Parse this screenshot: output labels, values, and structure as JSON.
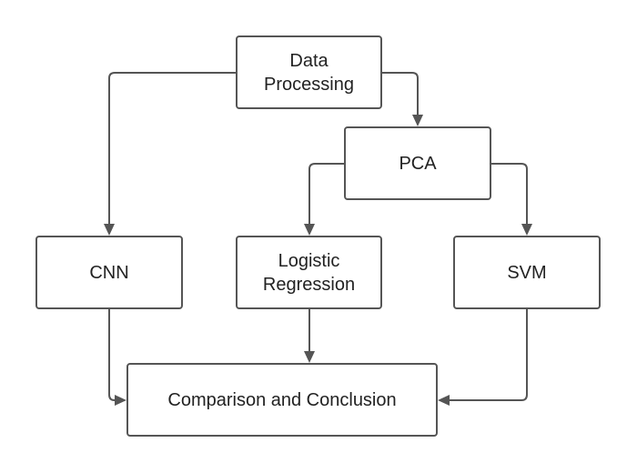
{
  "diagram": {
    "nodes": {
      "data_processing": "Data\nProcessing",
      "pca": "PCA",
      "cnn": "CNN",
      "logistic_regression": "Logistic\nRegression",
      "svm": "SVM",
      "comparison": "Comparison and Conclusion"
    },
    "edges": [
      {
        "from": "data_processing",
        "to": "cnn"
      },
      {
        "from": "data_processing",
        "to": "pca"
      },
      {
        "from": "pca",
        "to": "logistic_regression"
      },
      {
        "from": "pca",
        "to": "svm"
      },
      {
        "from": "cnn",
        "to": "comparison"
      },
      {
        "from": "logistic_regression",
        "to": "comparison"
      },
      {
        "from": "svm",
        "to": "comparison"
      }
    ],
    "colors": {
      "stroke": "#555555",
      "text": "#222222",
      "background": "#ffffff"
    }
  }
}
